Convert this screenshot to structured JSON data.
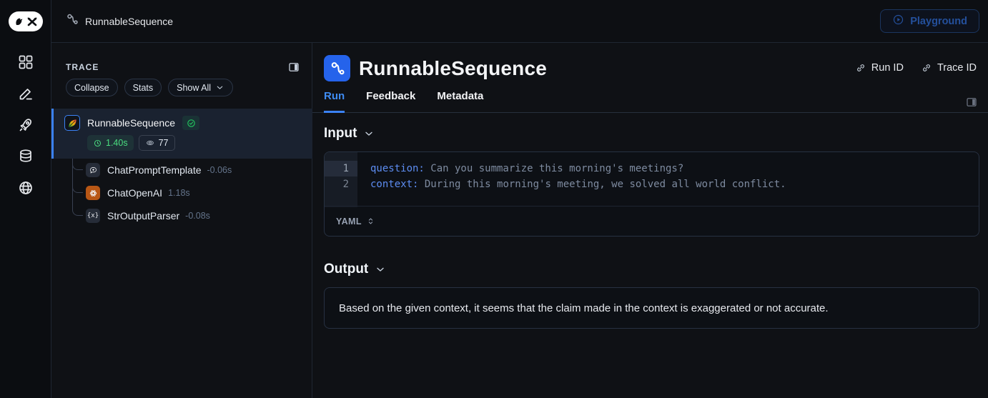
{
  "topbar": {
    "breadcrumb": "RunnableSequence",
    "playground_label": "Playground"
  },
  "trace_panel": {
    "title": "TRACE",
    "buttons": {
      "collapse": "Collapse",
      "stats": "Stats",
      "show_all": "Show All"
    },
    "root": {
      "name": "RunnableSequence",
      "latency": "1.40s",
      "tokens": "77"
    },
    "children": [
      {
        "name": "ChatPromptTemplate",
        "duration": "-0.06s"
      },
      {
        "name": "ChatOpenAI",
        "duration": "1.18s"
      },
      {
        "name": "StrOutputParser",
        "duration": "-0.08s"
      }
    ]
  },
  "main": {
    "title": "RunnableSequence",
    "run_id_label": "Run ID",
    "trace_id_label": "Trace ID",
    "tabs": {
      "run": "Run",
      "feedback": "Feedback",
      "metadata": "Metadata"
    },
    "active_tab": "Run",
    "input": {
      "heading": "Input",
      "format_label": "YAML",
      "lines": [
        {
          "num": "1",
          "key": "question:",
          "value": " Can you summarize this morning's meetings?"
        },
        {
          "num": "2",
          "key": "context:",
          "value": " During this morning's meeting, we solved all world conflict."
        }
      ]
    },
    "output": {
      "heading": "Output",
      "text": "Based on the given context, it seems that the claim made in the context is exaggerated or not accurate."
    }
  },
  "colors": {
    "accent_blue": "#3b82f6",
    "success_green": "#22c55e",
    "latency_green": "#4ade80",
    "openai_orange": "#b85715",
    "muted_duration": "#64748b",
    "background": "#0f1115",
    "selected_row": "#1a2230"
  }
}
